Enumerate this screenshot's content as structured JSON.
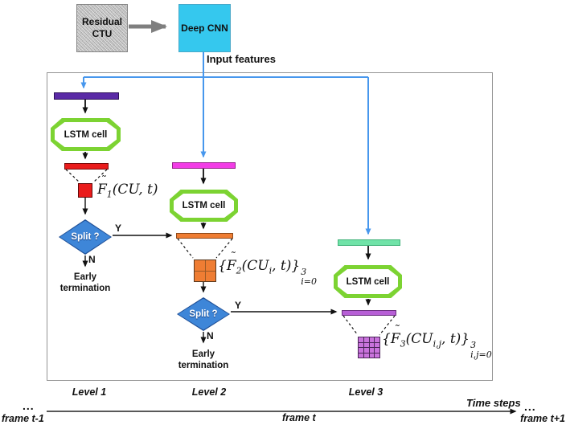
{
  "top": {
    "residual_ctu": "Residual CTU",
    "deep_cnn": "Deep CNN",
    "input_features": "Input features"
  },
  "level1": {
    "name": "Level 1",
    "lstm": "LSTM cell",
    "split": "Split ?",
    "yes": "Y",
    "no": "N",
    "early": "Early termination"
  },
  "level2": {
    "name": "Level 2",
    "lstm": "LSTM cell",
    "split": "Split ?",
    "yes": "Y",
    "no": "N",
    "early": "Early termination"
  },
  "level3": {
    "name": "Level 3",
    "lstm": "LSTM cell"
  },
  "math": {
    "f1": {
      "tilde": "˜",
      "f": "F",
      "fsub": "1",
      "args": "(CU, t)"
    },
    "f2": {
      "open": "{",
      "tilde": "˜",
      "f": "F",
      "fsub": "2",
      "arg1": "(CU",
      "argsub": "i",
      "arg2": ", t)}",
      "sup": "3",
      "sub": "i=0"
    },
    "f3": {
      "open": "{",
      "tilde": "˜",
      "f": "F",
      "fsub": "3",
      "arg1": "(CU",
      "argsub": "i,j",
      "arg2": ", t)}",
      "sup": "3",
      "sub": "i,j=0"
    }
  },
  "timeline": {
    "time_steps": "Time steps",
    "ellipsis_left": "...",
    "ellipsis_right": "...",
    "frame_prev": "frame t-1",
    "frame_cur": "frame t",
    "frame_next": "frame t+1"
  },
  "colors": {
    "cnn_cyan": "#35c8ee",
    "bar_level1_purple": "#5a2aa6",
    "bar_level2_magenta": "#f23ce6",
    "bar_level3_green": "#70e3a8",
    "cu_red": "#ea1c1c",
    "cu_orange": "#ef7d33",
    "cu_orchid": "#c973dc",
    "lstm_green": "#7cd332",
    "diamond_blue": "#3e86d8",
    "wire_blue": "#4797ed",
    "wire_gray": "#7f7f7f"
  }
}
